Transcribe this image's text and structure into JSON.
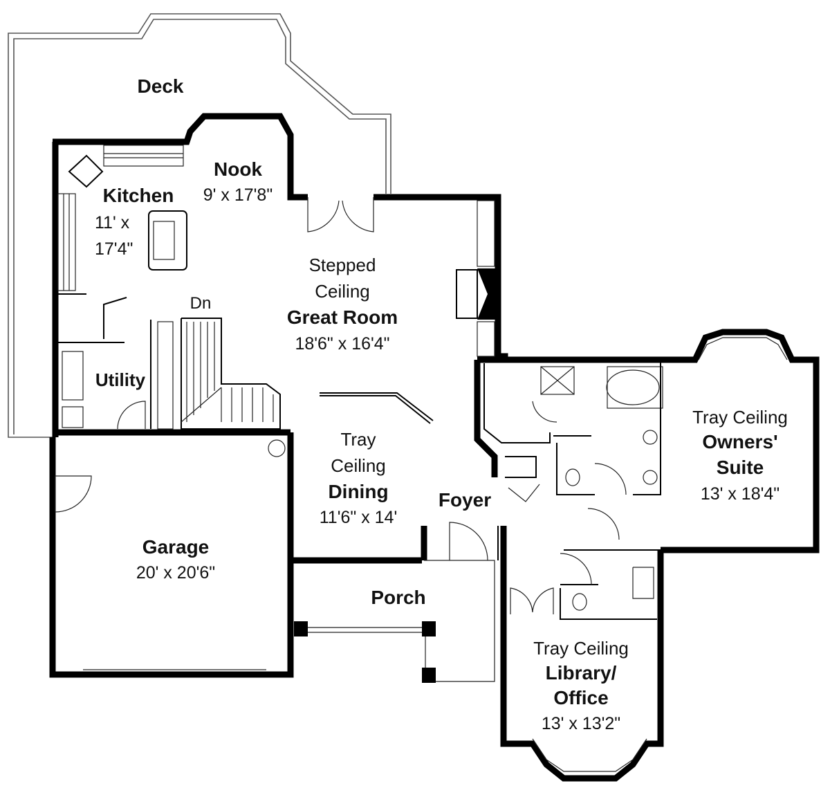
{
  "rooms": {
    "deck": {
      "name": "Deck"
    },
    "nook": {
      "name": "Nook",
      "size": "9' x 17'8\""
    },
    "kitchen": {
      "name": "Kitchen",
      "size_line1": "11' x",
      "size_line2": "17'4\""
    },
    "great_room": {
      "ceiling_line1": "Stepped",
      "ceiling_line2": "Ceiling",
      "name": "Great Room",
      "size": "18'6\" x 16'4\""
    },
    "stairs": {
      "label": "Dn"
    },
    "utility": {
      "name": "Utility"
    },
    "dining": {
      "ceiling_line1": "Tray",
      "ceiling_line2": "Ceiling",
      "name": "Dining",
      "size": "11'6\" x 14'"
    },
    "foyer": {
      "name": "Foyer"
    },
    "owners_suite": {
      "ceiling": "Tray Ceiling",
      "name_line1": "Owners'",
      "name_line2": "Suite",
      "size": "13' x 18'4\""
    },
    "garage": {
      "name": "Garage",
      "size": "20' x 20'6\""
    },
    "porch": {
      "name": "Porch"
    },
    "library": {
      "ceiling": "Tray Ceiling",
      "name_line1": "Library/",
      "name_line2": "Office",
      "size": "13' x 13'2\""
    }
  }
}
